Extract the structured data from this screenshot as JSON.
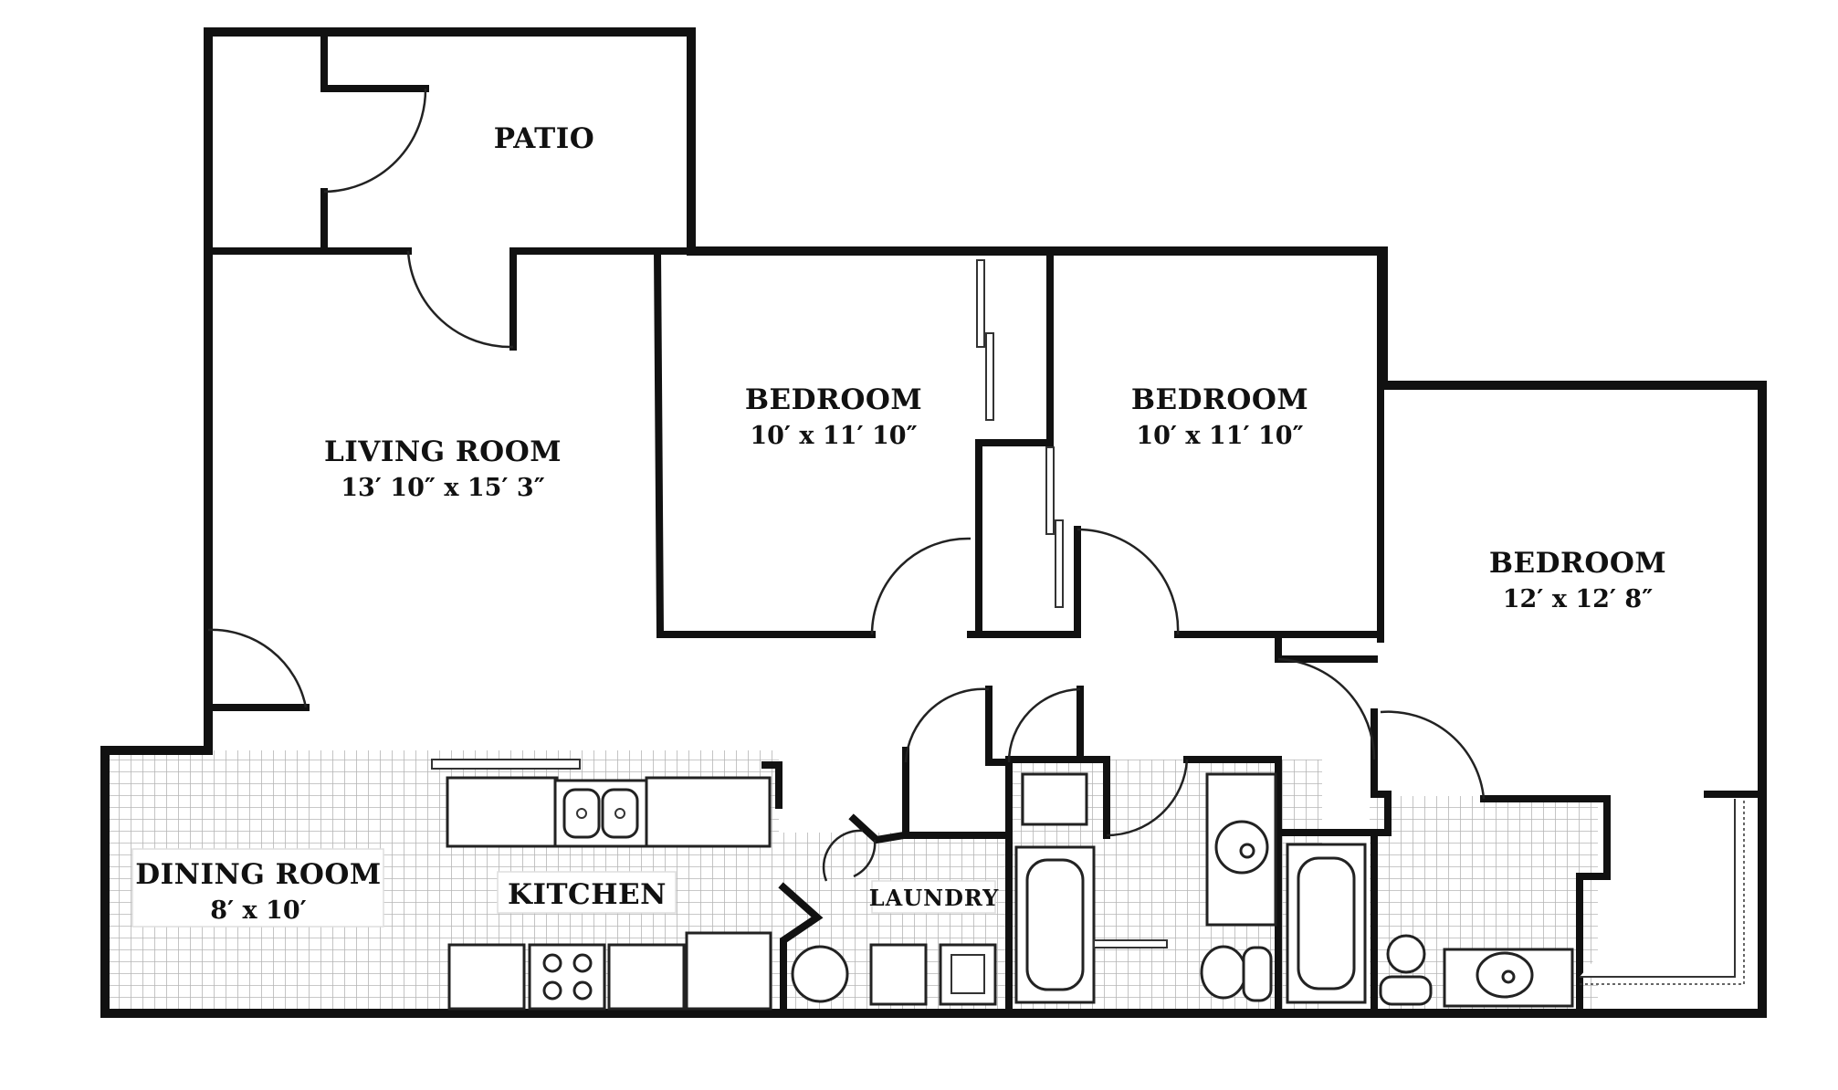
{
  "rooms": {
    "patio": {
      "name": "PATIO"
    },
    "living": {
      "name": "LIVING ROOM",
      "dims": "13′ 10″ x 15′ 3″"
    },
    "bedroom1": {
      "name": "BEDROOM",
      "dims": "10′ x 11′ 10″"
    },
    "bedroom2": {
      "name": "BEDROOM",
      "dims": "10′ x 11′ 10″"
    },
    "bedroom3": {
      "name": "BEDROOM",
      "dims": "12′ x 12′ 8″"
    },
    "dining": {
      "name": "DINING ROOM",
      "dims": "8′ x 10′"
    },
    "kitchen": {
      "name": "KITCHEN"
    },
    "laundry": {
      "name": "LAUNDRY"
    }
  },
  "colors": {
    "wall": "#111111",
    "tile": "#b5b5b5",
    "background": "#ffffff"
  }
}
